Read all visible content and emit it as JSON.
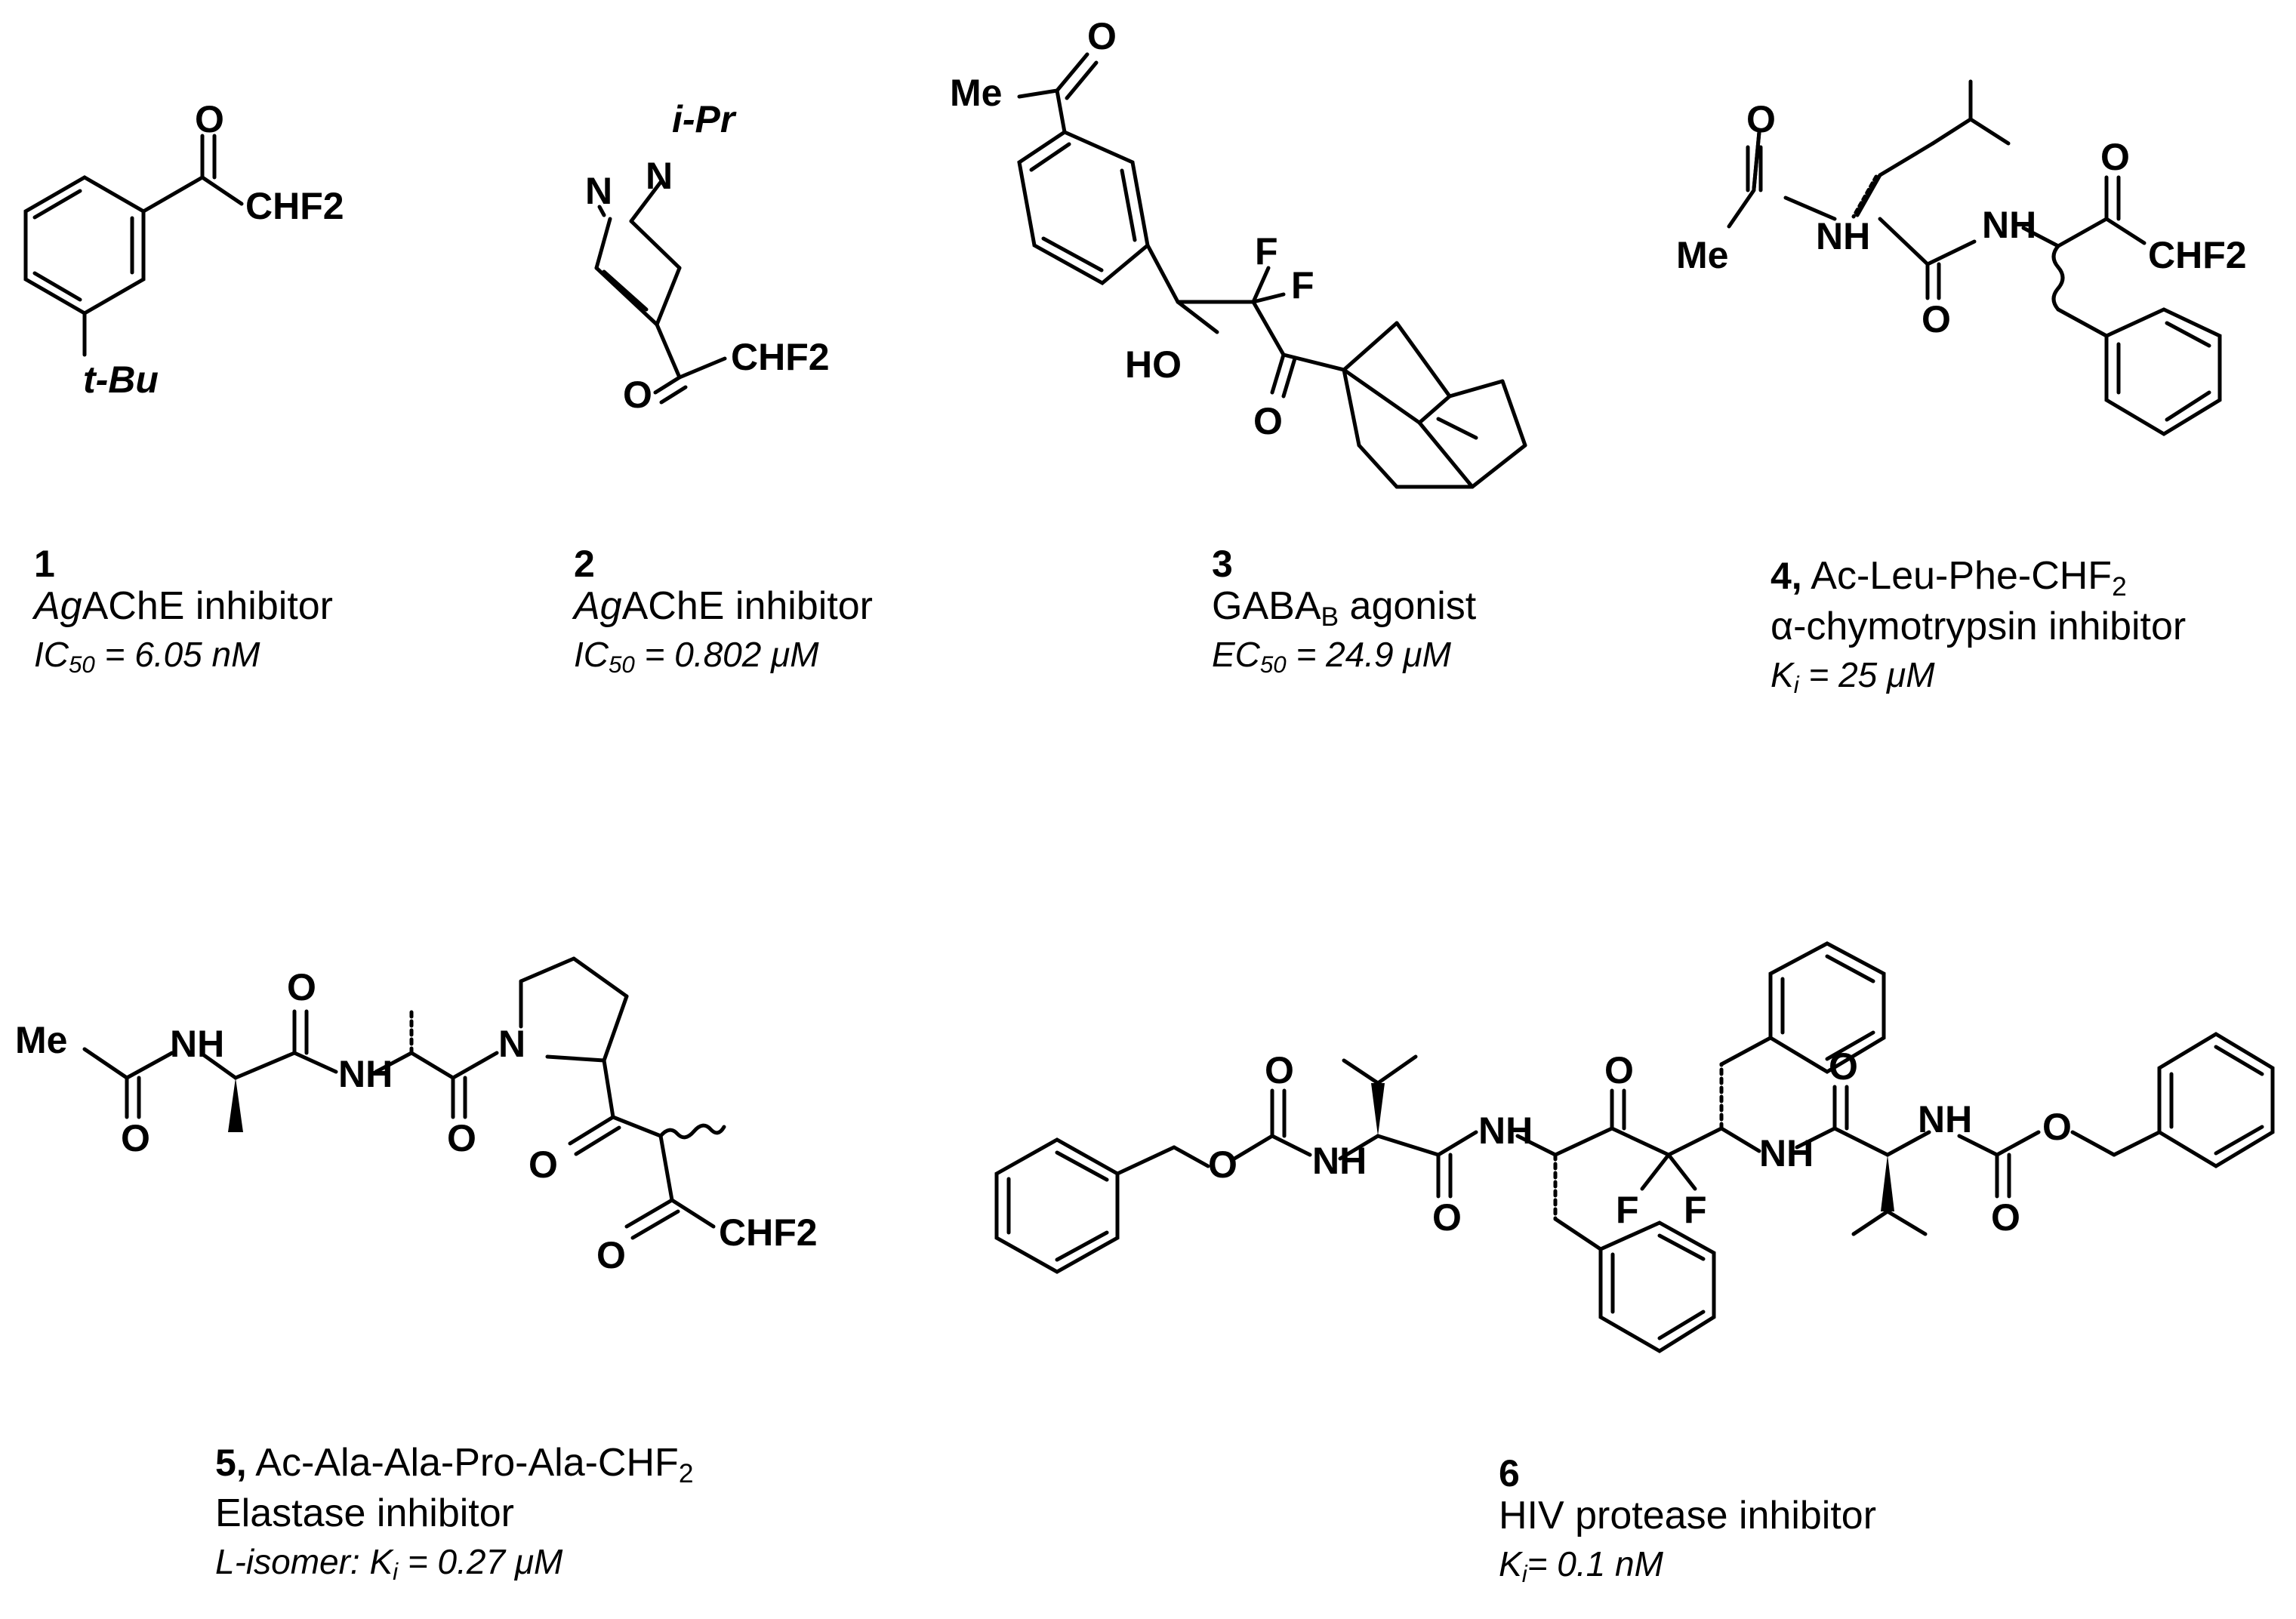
{
  "compounds": [
    {
      "number": "1",
      "atoms": {
        "o": "O",
        "chf2": "CHF2",
        "tbu": "t-Bu"
      },
      "desc_italic": "Ag",
      "desc_rest": "AChE inhibitor",
      "act_pre": "IC",
      "act_sub": "50",
      "act_val": " = 6.05 nM"
    },
    {
      "number": "2",
      "atoms": {
        "ipr": "i-Pr",
        "n1": "N",
        "n2": "N",
        "o": "O",
        "chf2": "CHF2"
      },
      "desc_italic": "Ag",
      "desc_rest": "AChE inhibitor",
      "act_pre": "IC",
      "act_sub": "50",
      "act_val": " = 0.802 μM"
    },
    {
      "number": "3",
      "atoms": {
        "me": "Me",
        "o1": "O",
        "ho": "HO",
        "f1": "F",
        "f2": "F",
        "o2": "O"
      },
      "desc_pre": "GABA",
      "desc_sub": "B",
      "desc_rest": " agonist",
      "act_pre": "EC",
      "act_sub": "50",
      "act_val": " = 24.9 μM"
    },
    {
      "number": "4,",
      "atoms": {
        "me": "Me",
        "o1": "O",
        "nh1": "NH",
        "o2": "O",
        "nh2": "NH",
        "o3": "O",
        "chf2": "CHF2"
      },
      "peptide_pre": " Ac-Leu-Phe-CHF",
      "peptide_sub": "2",
      "desc": "α-chymotrypsin inhibitor",
      "act_pre": "K",
      "act_sub": "i",
      "act_val": " = 25 μM"
    },
    {
      "number": "5,",
      "atoms": {
        "me": "Me",
        "nh1": "NH",
        "o1": "O",
        "o2": "O",
        "nh2": "NH",
        "o3": "O",
        "n": "N",
        "o4": "O",
        "o5": "O",
        "chf2": "CHF2"
      },
      "peptide_pre": " Ac-Ala-Ala-Pro-Ala-CHF",
      "peptide_sub": "2",
      "desc": "Elastase inhibitor",
      "act_pre": "L-isomer: K",
      "act_sub": "i",
      "act_val": " = 0.27 μM"
    },
    {
      "number": "6",
      "atoms": {
        "o1": "O",
        "o2": "O",
        "nh1": "NH",
        "o3": "O",
        "nh2": "NH",
        "o4": "O",
        "f1": "F",
        "f2": "F",
        "nh3": "NH",
        "o5": "O",
        "nh4": "NH",
        "o6": "O",
        "o7": "O"
      },
      "desc": "HIV protease inhibitor",
      "act_pre": "K",
      "act_sub": "i",
      "act_val": "= 0.1 nM"
    }
  ]
}
